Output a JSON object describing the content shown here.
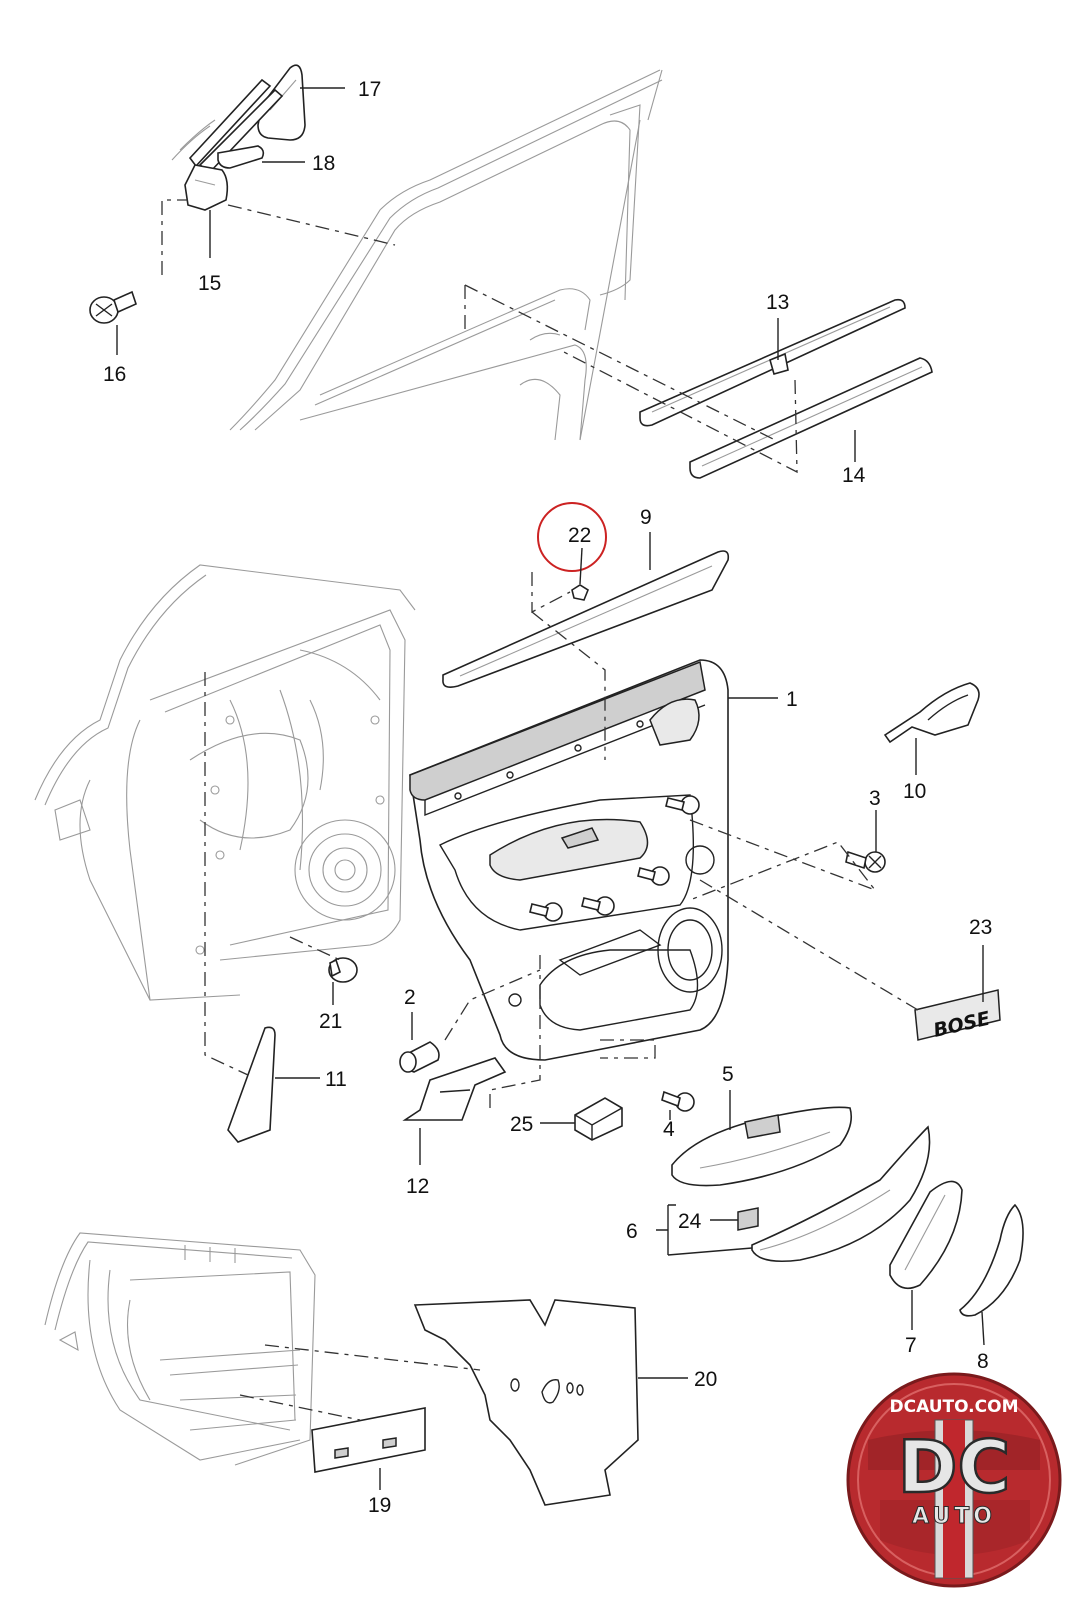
{
  "callouts": {
    "c1": "1",
    "c2": "2",
    "c3": "3",
    "c4": "4",
    "c5": "5",
    "c6": "6",
    "c7": "7",
    "c8": "8",
    "c9": "9",
    "c10": "10",
    "c11": "11",
    "c12": "12",
    "c13": "13",
    "c14": "14",
    "c15": "15",
    "c16": "16",
    "c17": "17",
    "c18": "18",
    "c19": "19",
    "c20": "20",
    "c21": "21",
    "c22": "22",
    "c23": "23",
    "c24": "24",
    "c25": "25"
  },
  "highlighted_callout": "22",
  "badge": {
    "brand_letters": "BOSE"
  },
  "logo": {
    "url_text": "DCAUTO.COM",
    "big_text": "DC",
    "sub_text": "AUTO",
    "colors": {
      "red": "#c0272d",
      "silver": "#d9d9d9",
      "dark": "#2a2a2a"
    }
  }
}
